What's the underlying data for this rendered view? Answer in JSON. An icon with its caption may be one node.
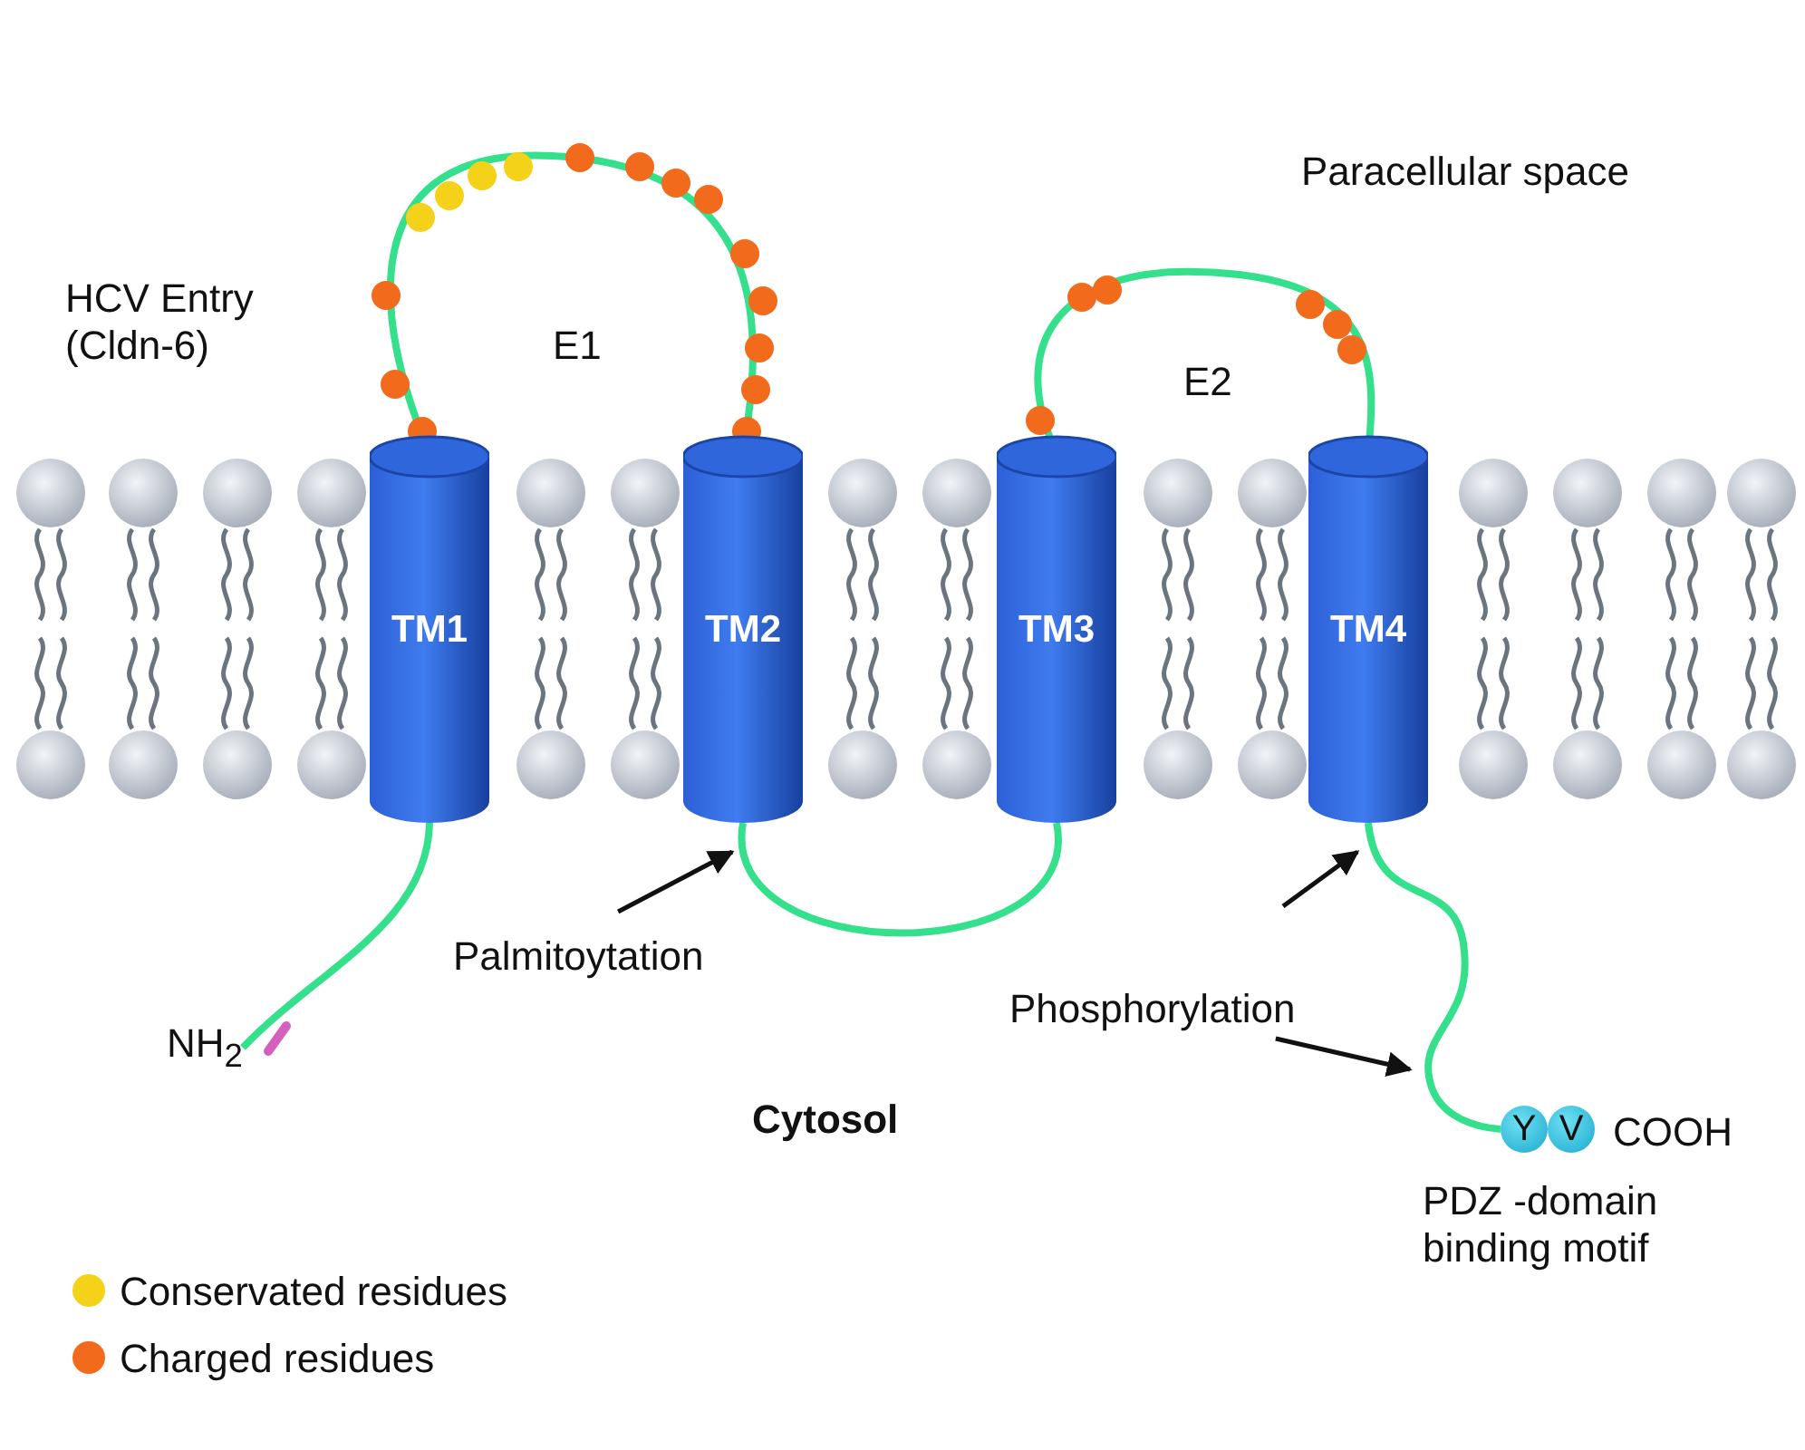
{
  "diagram": {
    "nodes": [
      {
        "text": [
          "TM1"
        ]
      },
      {
        "text": [
          "TM2"
        ]
      },
      {
        "text": [
          "TM3"
        ]
      },
      {
        "text": [
          "TM4"
        ]
      },
      {
        "text": [
          "Palmitoytation"
        ]
      },
      {
        "text": [
          "Phosphorylation"
        ]
      },
      {
        "text": [
          "NH$_{2}$"
        ]
      },
      {
        "text": [
          "Y"
        ]
      },
      {
        "text": [
          "V"
        ]
      }
    ],
    "edges": [
      {
        "from": 0,
        "to": 1,
        "arrow": "none"
      },
      {
        "from": 1,
        "to": 2,
        "arrow": "none"
      },
      {
        "from": 2,
        "to": 3,
        "arrow": "none"
      },
      {
        "from": 0,
        "to": 6,
        "arrow": "none"
      },
      {
        "from": 3,
        "to": 7,
        "arrow": "none"
      },
      {
        "from": 4,
        "to": 1,
        "arrow": "to",
        "color": "#111111"
      },
      {
        "from": null,
        "to": 3,
        "arrow": "to",
        "color": "#111111"
      },
      {
        "from": 5,
        "to": null,
        "arrow": "to",
        "color": "#111111"
      }
    ],
    "labels": [
      "Paracellular space",
      "HCV Entry (Cldn-6)",
      "E1",
      "E2",
      "Cytosol",
      "COOH",
      "PDZ -domain binding motif"
    ],
    "legend": [
      {
        "text": "Conservated residues",
        "color": "#f5d21a"
      },
      {
        "text": "Charged residues",
        "color": "#f26a1b"
      }
    ]
  }
}
